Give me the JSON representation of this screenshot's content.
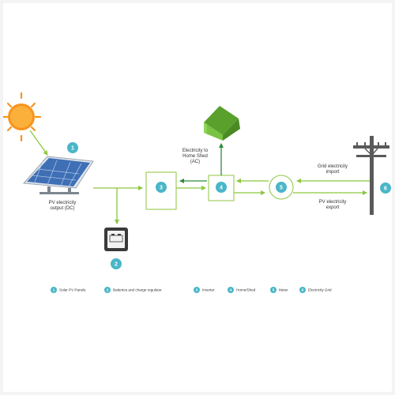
{
  "colors": {
    "flow_line": "#8cc63f",
    "arrow_dark": "#2e8b3a",
    "teal_badge": "#4ab6c8",
    "box_stroke": "#8cc63f",
    "house_fill": "#79c243",
    "sun_fill": "#f7941d",
    "panel_fill": "#3f6fb5"
  },
  "icons": {
    "sun": "sun-icon",
    "solar_panel": "solar-panel-icon",
    "house": "house-icon",
    "battery": "battery-icon",
    "pole": "utility-pole-icon"
  },
  "labels": {
    "pv_output_line1": "PV electricity",
    "pv_output_line2": "output (DC)",
    "home_line1": "Electricity to",
    "home_line2": "Home Shed",
    "home_line3": "(AC)",
    "grid_import_line1": "Grid electricity",
    "grid_import_line2": "import",
    "pv_export_line1": "PV electricity",
    "pv_export_line2": "export"
  },
  "nodes": {
    "n1": "1",
    "n2": "2",
    "n3": "3",
    "n4": "4",
    "n5": "5",
    "n6": "6"
  },
  "legend": [
    {
      "num": "1",
      "label": "Solar PV Panels"
    },
    {
      "num": "2",
      "label": "Batteries and charge regulator"
    },
    {
      "num": "3",
      "label": "Inverter"
    },
    {
      "num": "4",
      "label": "Home/Shed"
    },
    {
      "num": "5",
      "label": "Meter"
    },
    {
      "num": "6",
      "label": "Electricity Grid"
    }
  ]
}
